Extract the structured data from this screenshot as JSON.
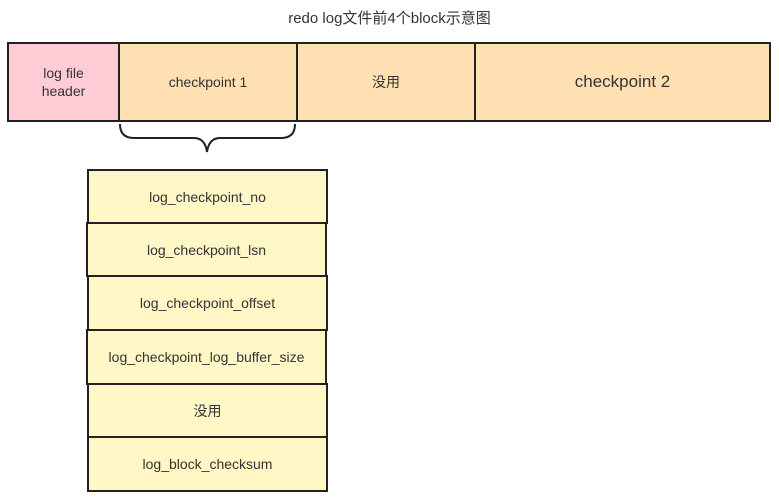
{
  "title": "redo log文件前4个block示意图",
  "colors": {
    "header_block": "#ffccd6",
    "checkpoint_block": "#ffe0b2",
    "field_block": "#fff7c6",
    "border": "#222222"
  },
  "blocks": [
    {
      "line1": "log file",
      "line2": "header"
    },
    {
      "label": "checkpoint 1"
    },
    {
      "label": "没用"
    },
    {
      "label": "checkpoint 2"
    }
  ],
  "checkpoint_fields": [
    "log_checkpoint_no",
    "log_checkpoint_lsn",
    "log_checkpoint_offset",
    "log_checkpoint_log_buffer_size",
    "没用",
    "log_block_checksum"
  ]
}
